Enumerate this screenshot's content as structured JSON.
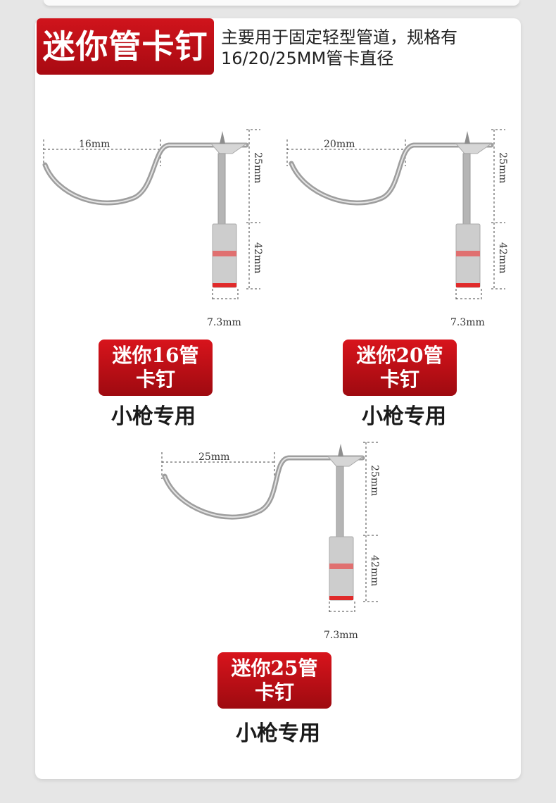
{
  "title": "迷你管卡钉",
  "description": {
    "line1": "主要用于固定轻型管道，规格有",
    "line2": "16/20/25MM管卡直径"
  },
  "products": [
    {
      "clip_label": "16mm",
      "nail_label": "25mm",
      "sleeve_label": "42mm",
      "width_label": "7.3mm",
      "badge_line1": "迷你16管",
      "badge_line2": "卡钉",
      "usage": "小枪专用"
    },
    {
      "clip_label": "20mm",
      "nail_label": "25mm",
      "sleeve_label": "42mm",
      "width_label": "7.3mm",
      "badge_line1": "迷你20管",
      "badge_line2": "卡钉",
      "usage": "小枪专用"
    },
    {
      "clip_label": "25mm",
      "nail_label": "25mm",
      "sleeve_label": "42mm",
      "width_label": "7.3mm",
      "badge_line1": "迷你25管",
      "badge_line2": "卡钉",
      "usage": "小枪专用"
    }
  ],
  "colors": {
    "brand_red": "#c8101a",
    "metal": "#a9a9a9",
    "sleeve": "#c9c9c9",
    "sleeve_band": "#e05a5a"
  }
}
